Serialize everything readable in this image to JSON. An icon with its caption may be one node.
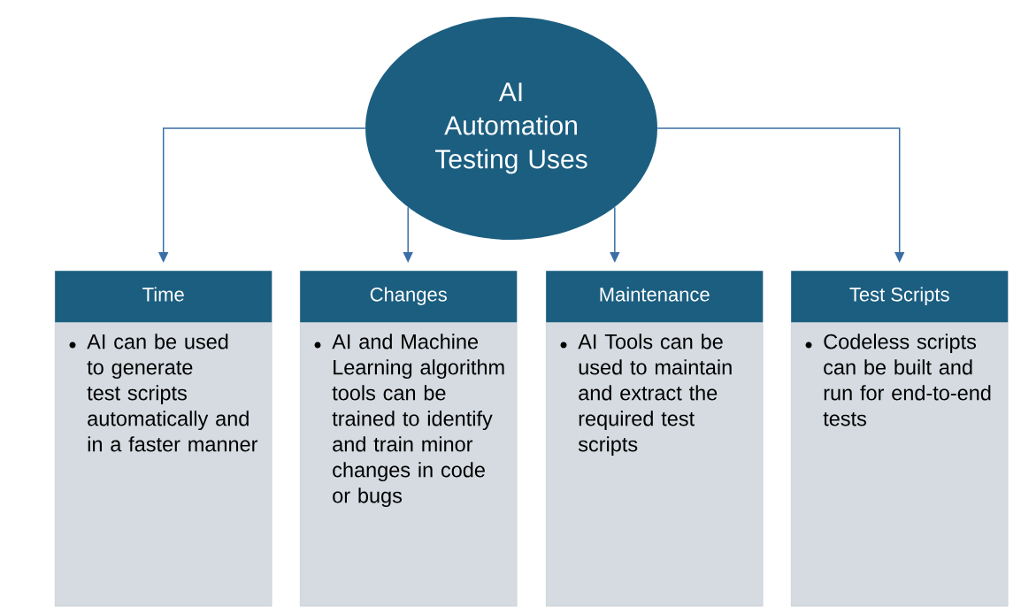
{
  "diagram": {
    "nodes": [
      {
        "text": [
          "AI Automation Testing Uses"
        ]
      },
      {
        "text": [
          "Time",
          "AI can be used to generate test scripts automatically and in a faster manner"
        ]
      },
      {
        "text": [
          "Changes",
          "AI and Machine Learning algorithm tools can be trained to identify and train minor changes in code or bugs"
        ]
      },
      {
        "text": [
          "Maintenance",
          "AI Tools can be used to maintain and extract the required test scripts"
        ]
      },
      {
        "text": [
          "Test Scripts",
          "Codeless scripts can be built and run for end-to-end tests"
        ]
      }
    ],
    "edges": [
      {
        "from": 0,
        "to": 1,
        "arrow": "to"
      },
      {
        "from": 0,
        "to": 2,
        "arrow": "to"
      },
      {
        "from": 0,
        "to": 3,
        "arrow": "to"
      },
      {
        "from": 0,
        "to": 4,
        "arrow": "to"
      }
    ]
  }
}
